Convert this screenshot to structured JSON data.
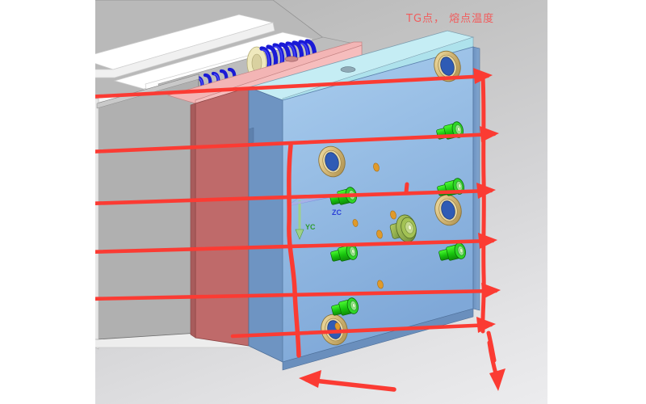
{
  "viewport": {
    "background_top": "#b4b4b4",
    "background_bottom": "#ececee",
    "kind": "cad-3d-viewport"
  },
  "annotations": {
    "title_note": "TG点， 熔点温度",
    "title_note_color": "#f15c5c",
    "markup_color": "#fb3b33",
    "arrow_count_right": 6,
    "arrow_down_label": "",
    "arrow_left_label": ""
  },
  "axes": {
    "zc_label": "ZC",
    "zc_color": "#2a3fd8",
    "yc_label": "YC",
    "yc_color": "#2e9b2e"
  },
  "model": {
    "name": "injection-mould-assembly",
    "plates": [
      {
        "name": "back-support-plate",
        "face_color": "#d8d8d8",
        "side_color": "#ababab"
      },
      {
        "name": "spacer-plate",
        "face_color": "#f3b5b5",
        "side_color": "#bf6a6a"
      },
      {
        "name": "cavity-plate",
        "face_color": "#c5edf4",
        "side_color": "#7fa8d8"
      }
    ],
    "components": [
      {
        "name": "guide-bushing",
        "ring_color": "#d4b877",
        "bore_color": "#2f5bb5",
        "count": 4
      },
      {
        "name": "cooling-fitting",
        "color": "#28d41f",
        "count": 6
      },
      {
        "name": "center-boss",
        "color": "#8aa84a",
        "count": 1
      },
      {
        "name": "coil-spring",
        "color": "#2222dd",
        "count": 2
      },
      {
        "name": "ejector-hole",
        "color": "#e09a2a",
        "count": 5
      }
    ]
  }
}
